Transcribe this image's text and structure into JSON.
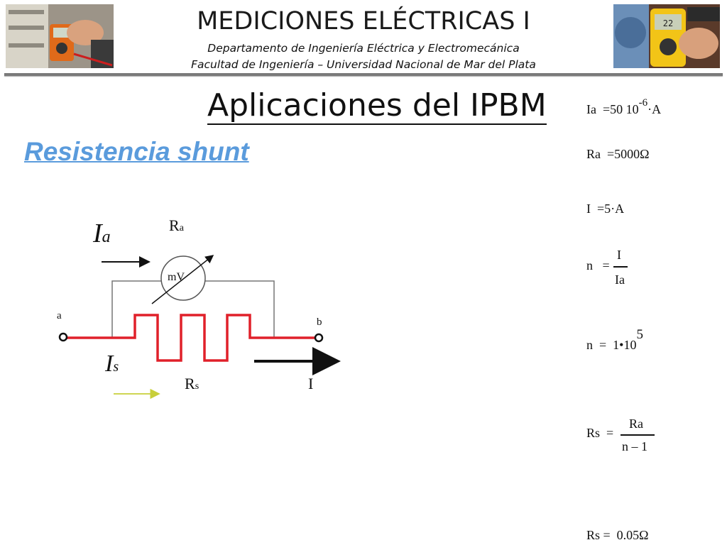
{
  "header": {
    "title": "MEDICIONES ELÉCTRICAS I",
    "subtitle_1": "Departamento de Ingeniería Eléctrica y Electromecánica",
    "subtitle_2": "Facultad de Ingeniería – Universidad Nacional de Mar del Plata"
  },
  "slide": {
    "title": "Aplicaciones del IPBM",
    "subtitle": "Resistencia shunt"
  },
  "circuit": {
    "label_Ia_main": "I",
    "label_Ia_sub": "a",
    "label_Ra_main": "R",
    "label_Ra_sub": "a",
    "meter_label": "mV",
    "node_a": "a",
    "node_b": "b",
    "label_Is_main": "I",
    "label_Is_sub": "s",
    "label_Rs_main": "R",
    "label_Rs_sub": "s",
    "label_I": "I",
    "colors": {
      "shunt": "#e0202a",
      "current_arrow": "#111111",
      "is_arrow": "#c8cf3a",
      "wire": "#777777"
    }
  },
  "equations": {
    "eq1": {
      "lhs": "Ia",
      "eq": "=",
      "value": "50 10",
      "exp": "-6",
      "unit": "·A"
    },
    "eq2": {
      "lhs": "Ra",
      "eq": "=",
      "value": "5000Ω"
    },
    "eq3": {
      "lhs": "I",
      "eq": "=",
      "value": "5·A"
    },
    "eq4": {
      "lhs": "n",
      "eq": "=",
      "num": "I",
      "den": "Ia"
    },
    "eq5": {
      "lhs": "n",
      "eq": "=",
      "value": "1•10",
      "exp": "5"
    },
    "eq6": {
      "lhs": "Rs",
      "eq": "=",
      "num": "Ra",
      "den": "n – 1"
    },
    "eq7": {
      "lhs": "Rs",
      "eq": "=",
      "value": "0.05Ω"
    }
  }
}
